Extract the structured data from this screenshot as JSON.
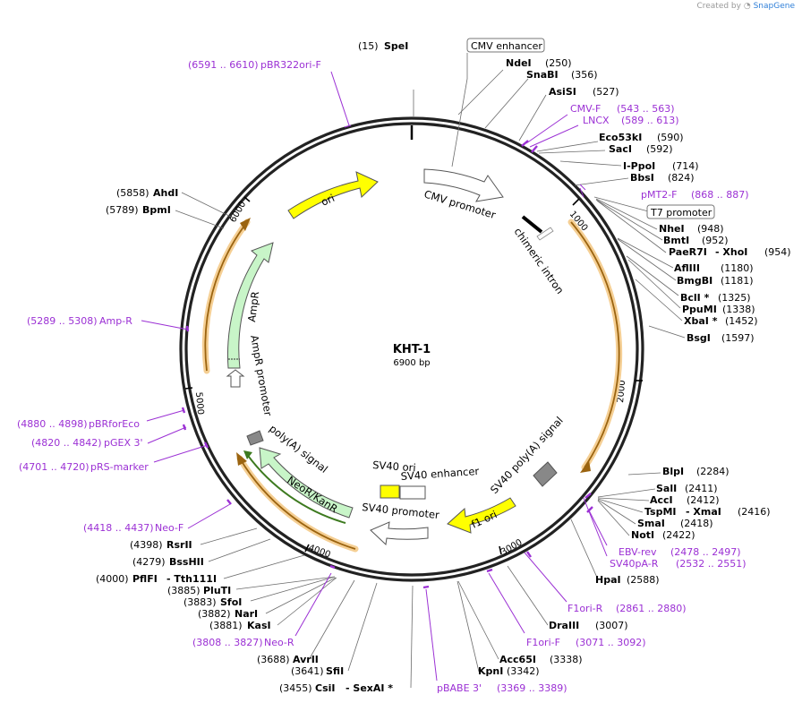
{
  "credit": {
    "prefix": "Created by",
    "brand": "SnapGene"
  },
  "plasmid": {
    "name": "KHT-1",
    "size": "6900 bp"
  },
  "ticks": [
    "1000",
    "2000",
    "3000",
    "4000",
    "5000",
    "6000"
  ],
  "enzymes": [
    {
      "pos": "(15)",
      "name": "SpeI"
    },
    {
      "name": "NdeI",
      "pos": "(250)"
    },
    {
      "name": "SnaBI",
      "pos": "(356)"
    },
    {
      "name": "AsiSI",
      "pos": "(527)"
    },
    {
      "name": "Eco53kI",
      "pos": "(590)"
    },
    {
      "name": "SacI",
      "pos": "(592)"
    },
    {
      "name": "I-PpoI",
      "pos": "(714)"
    },
    {
      "name": "BbsI",
      "pos": "(824)"
    },
    {
      "name": "NheI",
      "pos": "(948)"
    },
    {
      "name": "BmtI",
      "pos": "(952)"
    },
    {
      "name": "PaeR7I",
      "sep": "- XhoI",
      "pos": "(954)"
    },
    {
      "name": "AflIII",
      "pos": "(1180)"
    },
    {
      "name": "BmgBI",
      "pos": "(1181)"
    },
    {
      "name": "BclI *",
      "pos": "(1325)"
    },
    {
      "name": "PpuMI",
      "pos": "(1338)"
    },
    {
      "name": "XbaI *",
      "pos": "(1452)"
    },
    {
      "name": "BsgI",
      "pos": "(1597)"
    },
    {
      "name": "BlpI",
      "pos": "(2284)"
    },
    {
      "name": "SalI",
      "pos": "(2411)"
    },
    {
      "name": "AccI",
      "pos": "(2412)"
    },
    {
      "name": "TspMI",
      "sep": "- XmaI",
      "pos": "(2416)"
    },
    {
      "name": "SmaI",
      "pos": "(2418)"
    },
    {
      "name": "NotI",
      "pos": "(2422)"
    },
    {
      "name": "HpaI",
      "pos": "(2588)"
    },
    {
      "name": "DraIII",
      "pos": "(3007)"
    },
    {
      "name": "Acc65I",
      "pos": "(3338)"
    },
    {
      "name": "KpnI",
      "pos": "(3342)"
    },
    {
      "name": "CsiI",
      "sep": "- SexAI *",
      "pos": "(3455)"
    },
    {
      "name": "SfiI",
      "pos": "(3641)"
    },
    {
      "name": "AvrII",
      "pos": "(3688)"
    },
    {
      "name": "KasI",
      "pos": "(3881)"
    },
    {
      "name": "NarI",
      "pos": "(3882)"
    },
    {
      "name": "SfoI",
      "pos": "(3883)"
    },
    {
      "name": "PluTI",
      "pos": "(3885)"
    },
    {
      "name": "PflFI",
      "sep": "- Tth111I",
      "pos": "(4000)"
    },
    {
      "name": "BssHII",
      "pos": "(4279)"
    },
    {
      "name": "RsrII",
      "pos": "(4398)"
    },
    {
      "name": "BpmI",
      "pos": "(5789)"
    },
    {
      "name": "AhdI",
      "pos": "(5858)"
    }
  ],
  "primers": [
    {
      "name": "pBR322ori-F",
      "range": "(6591 .. 6610)"
    },
    {
      "name": "CMV-F",
      "range": "(543 .. 563)"
    },
    {
      "name": "LNCX",
      "range": "(589 .. 613)"
    },
    {
      "name": "pMT2-F",
      "range": "(868 .. 887)"
    },
    {
      "name": "EBV-rev",
      "range": "(2478 .. 2497)"
    },
    {
      "name": "SV40pA-R",
      "range": "(2532 .. 2551)"
    },
    {
      "name": "F1ori-R",
      "range": "(2861 .. 2880)"
    },
    {
      "name": "F1ori-F",
      "range": "(3071 .. 3092)"
    },
    {
      "name": "pBABE 3'",
      "range": "(3369 .. 3389)"
    },
    {
      "name": "Neo-R",
      "range": "(3808 .. 3827)"
    },
    {
      "name": "Neo-F",
      "range": "(4418 .. 4437)"
    },
    {
      "name": "pRS-marker",
      "range": "(4701 .. 4720)"
    },
    {
      "name": "pGEX 3'",
      "range": "(4820 .. 4842)"
    },
    {
      "name": "pBRforEco",
      "range": "(4880 .. 4898)"
    },
    {
      "name": "Amp-R",
      "range": "(5289 .. 5308)"
    }
  ],
  "boxed_features": {
    "cmv_enhancer": "CMV enhancer",
    "t7_promoter": "T7 promoter"
  },
  "features": {
    "ori": "ori",
    "cmv_promoter": "CMV promoter",
    "chimeric_intron": "chimeric intron",
    "sv40_polya": "SV40 poly(A) signal",
    "f1_ori": "f1 ori",
    "sv40_ori": "SV40 ori",
    "sv40_enhancer": "SV40 enhancer",
    "sv40_promoter": "SV40 promoter",
    "neor": "NeoR/KanR",
    "polya": "poly(A) signal",
    "ampr_promoter": "AmpR promoter",
    "ampr": "AmpR"
  },
  "colors": {
    "primer": "#9b30d4",
    "orf": "#e8a33d",
    "ori": "#ffff00",
    "resistance": "#c8f5c8",
    "promoter": "#ffffff",
    "signal": "#888888"
  }
}
